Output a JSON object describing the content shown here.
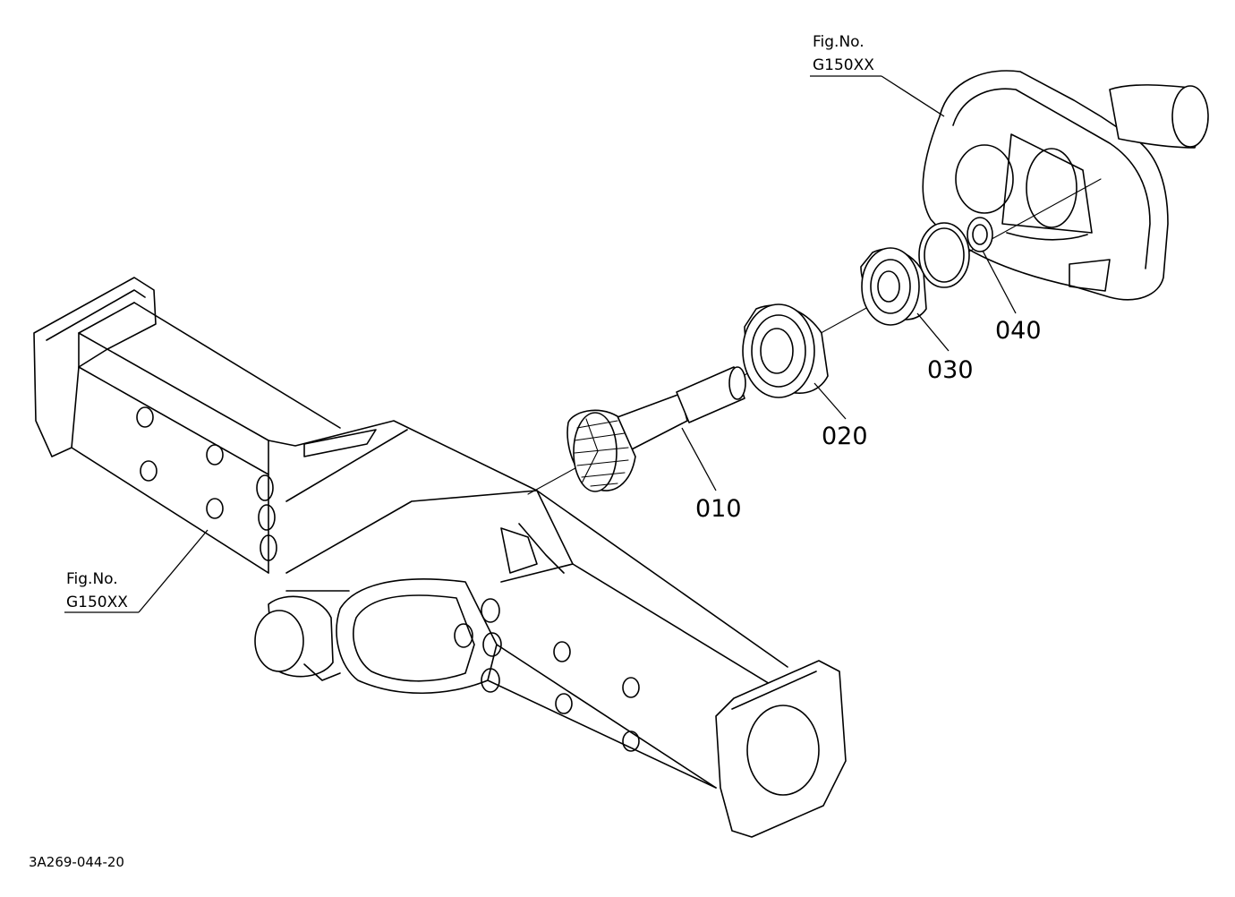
{
  "fig_refs": [
    {
      "line1": "Fig.No.",
      "line2": "G150XX"
    },
    {
      "line1": "Fig.No.",
      "line2": "G150XX"
    }
  ],
  "parts": [
    {
      "number": "010"
    },
    {
      "number": "020"
    },
    {
      "number": "030"
    },
    {
      "number": "040"
    }
  ],
  "drawing_number": "3A269-044-20"
}
